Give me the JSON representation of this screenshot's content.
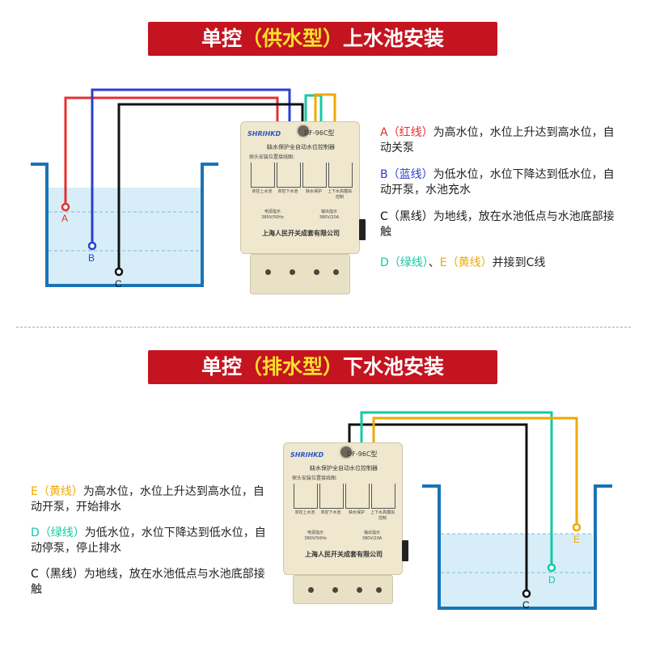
{
  "colors": {
    "red": "#e53030",
    "blue": "#2a3fd0",
    "black": "#111111",
    "green": "#14c9a3",
    "yellow": "#f0a800",
    "tank": "#1a73b5",
    "banner": "#c41420",
    "banner_highlight": "#f9e02a"
  },
  "top": {
    "banner": {
      "pre": "单控",
      "hl": "（供水型）",
      "post": "上水池安装"
    },
    "probe_labels": {
      "a": "A",
      "b": "B",
      "c": "C"
    },
    "notes": [
      {
        "label": "A（红线）",
        "text": "为高水位，水位上升达到高水位，自动关泵"
      },
      {
        "label": "B（蓝线）",
        "text": "为低水位，水位下降达到低水位，自动开泵，水池充水"
      },
      {
        "label": "C（黑线）",
        "text": "为地线，放在水池低点与水池底部接触"
      },
      {
        "label_d": "D（绿线）",
        "sep": "、",
        "label_e": "E（黄线）",
        "text": "并接到C线"
      }
    ]
  },
  "bottom": {
    "banner": {
      "pre": "单控",
      "hl": "（排水型）",
      "post": "下水池安装"
    },
    "probe_labels": {
      "c": "C",
      "d": "D",
      "e": "E"
    },
    "notes": [
      {
        "label": "E（黄线）",
        "text": "为高水位，水位上升达到高水位，自动开泵，开始排水"
      },
      {
        "label": "D（绿线）",
        "text": "为低水位，水位下降达到低水位，自动停泵，停止排水"
      },
      {
        "label": "C（黑线）",
        "text": "为地线，放在水池低点与水池底部接触"
      }
    ]
  },
  "device": {
    "logo": "SHRIHKD",
    "model": "DF-96C型",
    "title": "缺水保护全自动水位控制器",
    "subtitle": "探头安装位置接线图:",
    "mini_labels": [
      "单控上水池",
      "单控下水池",
      "缺水保护",
      "上下水高模拟控制"
    ],
    "spec_left": [
      "电源指示",
      "380V/50Hz"
    ],
    "spec_right": [
      "输出指示",
      "380V/20A"
    ],
    "maker": "上海人民开关成套有限公司"
  }
}
